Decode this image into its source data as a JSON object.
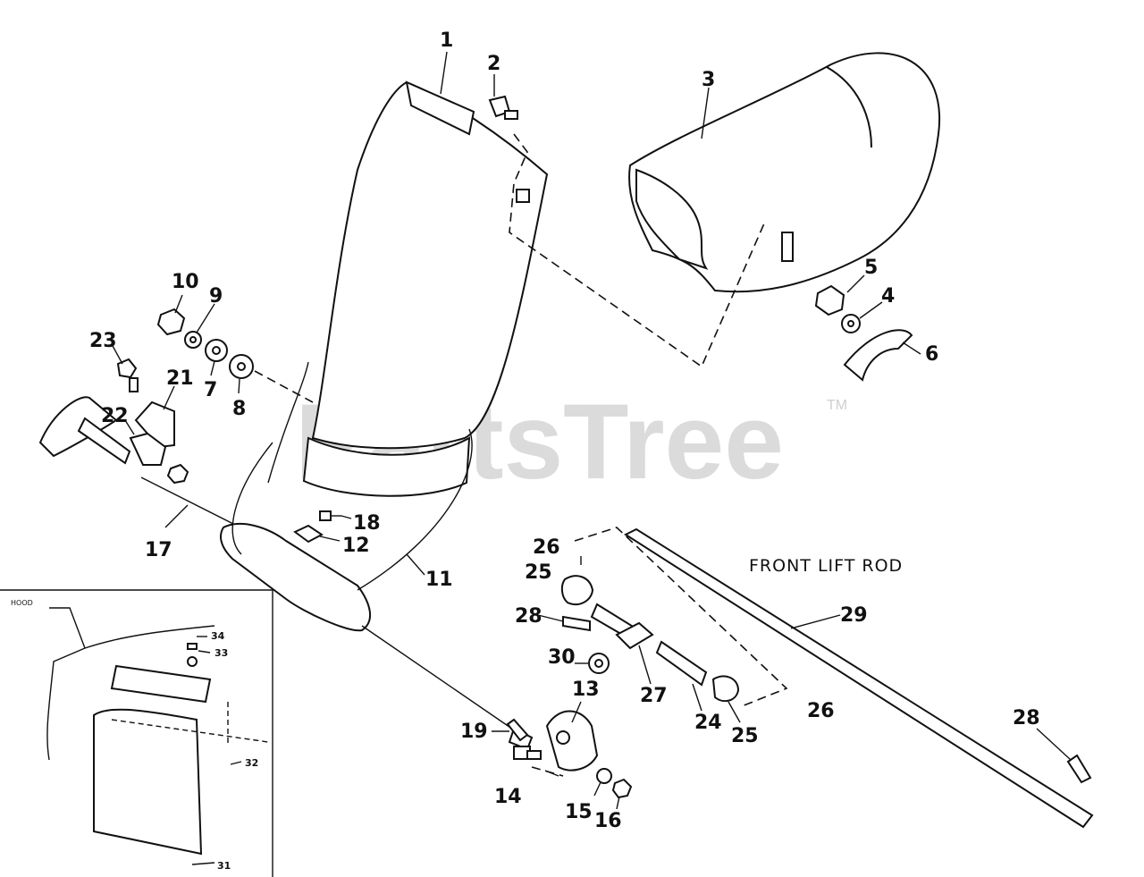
{
  "diagram": {
    "callouts": [
      {
        "id": "1",
        "text": "1"
      },
      {
        "id": "2",
        "text": "2"
      },
      {
        "id": "3",
        "text": "3"
      },
      {
        "id": "4",
        "text": "4"
      },
      {
        "id": "5",
        "text": "5"
      },
      {
        "id": "6",
        "text": "6"
      },
      {
        "id": "7",
        "text": "7"
      },
      {
        "id": "8",
        "text": "8"
      },
      {
        "id": "9",
        "text": "9"
      },
      {
        "id": "10",
        "text": "10"
      },
      {
        "id": "11",
        "text": "11"
      },
      {
        "id": "12",
        "text": "12"
      },
      {
        "id": "13",
        "text": "13"
      },
      {
        "id": "14",
        "text": "14"
      },
      {
        "id": "15",
        "text": "15"
      },
      {
        "id": "16",
        "text": "16"
      },
      {
        "id": "17",
        "text": "17"
      },
      {
        "id": "18",
        "text": "18"
      },
      {
        "id": "19",
        "text": "19"
      },
      {
        "id": "21",
        "text": "21"
      },
      {
        "id": "22",
        "text": "22"
      },
      {
        "id": "23",
        "text": "23"
      },
      {
        "id": "24",
        "text": "24"
      },
      {
        "id": "25a",
        "text": "25"
      },
      {
        "id": "25b",
        "text": "25"
      },
      {
        "id": "26a",
        "text": "26"
      },
      {
        "id": "26b",
        "text": "26"
      },
      {
        "id": "27",
        "text": "27"
      },
      {
        "id": "28a",
        "text": "28"
      },
      {
        "id": "28b",
        "text": "28"
      },
      {
        "id": "29",
        "text": "29"
      },
      {
        "id": "30",
        "text": "30"
      }
    ],
    "inset_callouts": [
      {
        "id": "31",
        "text": "31"
      },
      {
        "id": "32",
        "text": "32"
      },
      {
        "id": "33",
        "text": "33"
      },
      {
        "id": "34",
        "text": "34"
      }
    ],
    "front_lift_rod_label": "FRONT LIFT ROD",
    "hood_label": "HOOD",
    "watermark": "PartsTree",
    "trademark": "TM"
  }
}
